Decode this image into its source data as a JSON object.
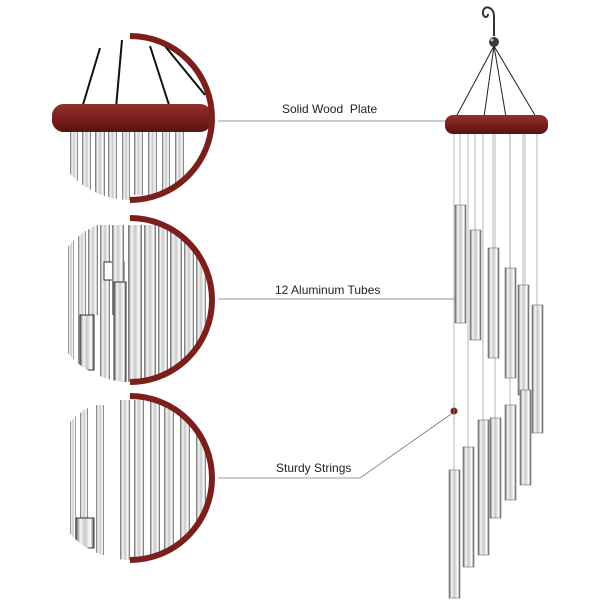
{
  "callouts": {
    "wood_plate": "Solid Wood  Plate",
    "aluminum_tubes": "12 Aluminum Tubes",
    "sturdy_strings": "Sturdy Strings"
  },
  "colors": {
    "wood": "#7a1f1c",
    "wood_dark": "#5e1512",
    "tube_light": "#f4f4f4",
    "tube_mid": "#b9b9b9",
    "tube_dark": "#5a5a5a",
    "string": "#222222",
    "leader_line": "#777777",
    "hook": "#333333",
    "bead": "#3b3b3b"
  },
  "icons": {
    "hook": "s-hook-icon",
    "zoom_circles": "magnifier-detail-icon"
  },
  "product": {
    "tube_count": 12
  }
}
